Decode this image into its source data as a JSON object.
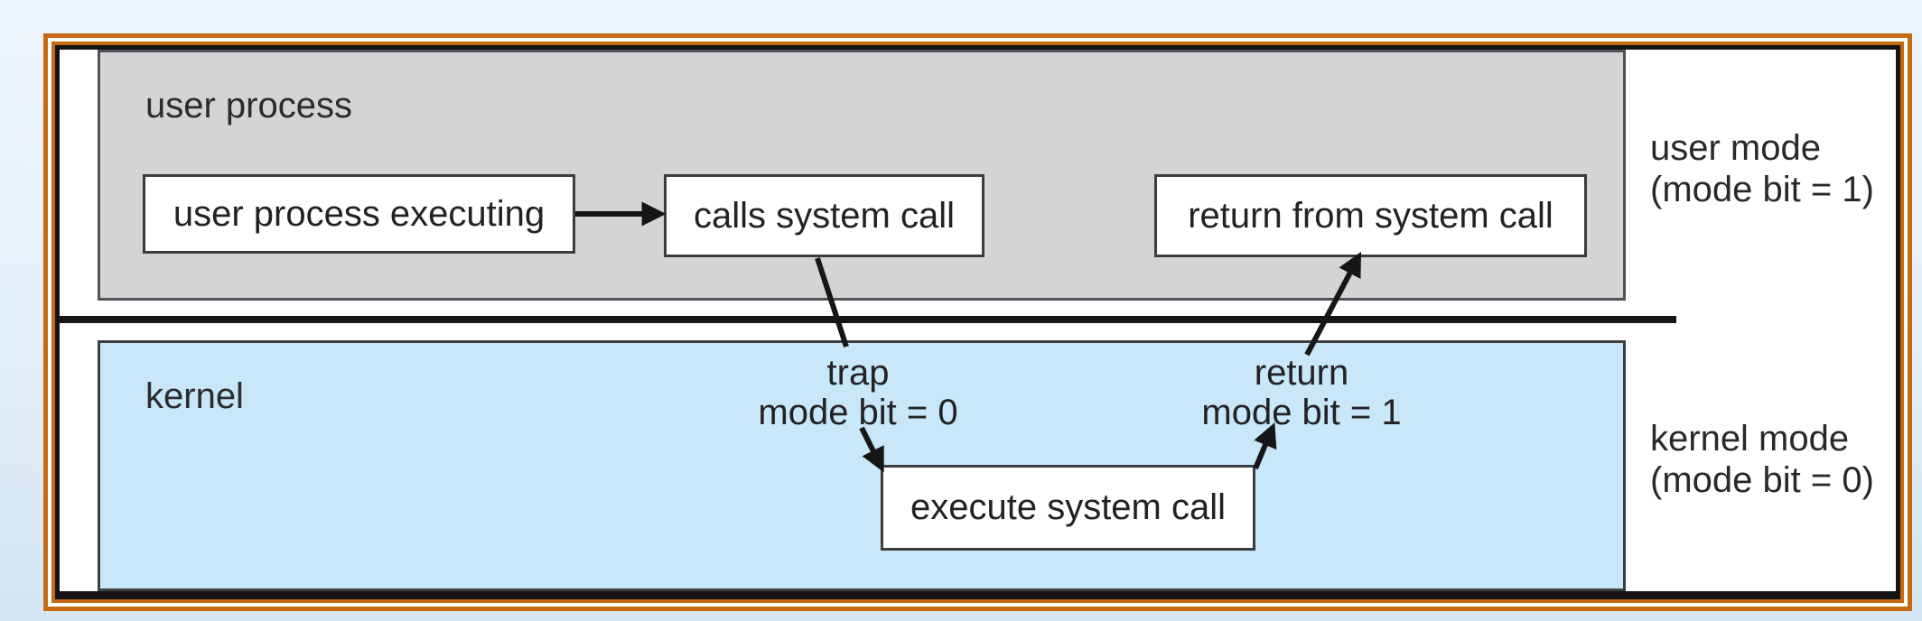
{
  "figure": {
    "regions": {
      "user_process": {
        "label": "user process"
      },
      "kernel": {
        "label": "kernel"
      }
    },
    "nodes": {
      "user_process_executing": "user process executing",
      "calls_system_call": "calls system call",
      "return_from_system_call": "return from system call",
      "execute_system_call": "execute system call"
    },
    "transitions": {
      "trap": {
        "line1": "trap",
        "line2": "mode bit = 0"
      },
      "return_": {
        "line1": "return",
        "line2": "mode bit = 1"
      }
    },
    "mode_labels": {
      "user_mode": {
        "line1": "user mode",
        "line2": "(mode bit = 1)"
      },
      "kernel_mode": {
        "line1": "kernel mode",
        "line2": "(mode bit = 0)"
      }
    },
    "colors": {
      "frame_orange": "#c56a11",
      "user_process_fill": "#d2d4d5",
      "kernel_fill": "#c8e7f9",
      "node_fill": "#ffffff",
      "line_black": "#1a1a1a",
      "slide_background": "#e3eff9"
    }
  }
}
